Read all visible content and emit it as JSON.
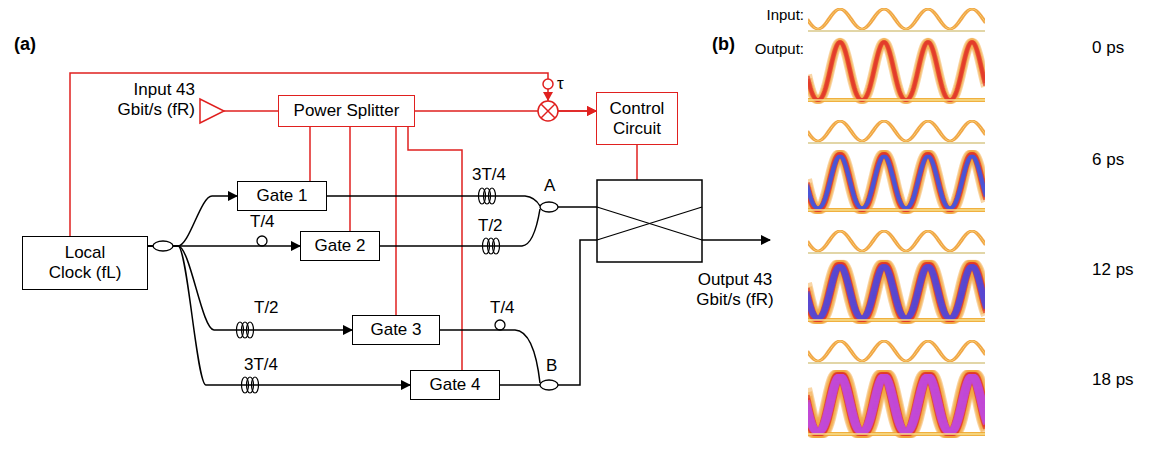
{
  "diagram": {
    "nodes": [
      {
        "text": [
          "Local Clock (fL)"
        ]
      },
      {
        "text": [
          "Power Splitter"
        ]
      },
      {
        "text": [
          "Control Circuit"
        ]
      },
      {
        "text": [
          "Gate 1"
        ]
      },
      {
        "text": [
          "Gate 2"
        ]
      },
      {
        "text": [
          "Gate 3"
        ]
      },
      {
        "text": [
          "Gate 4"
        ]
      }
    ],
    "edges": [
      {
        "from": 0,
        "to": 3,
        "arrow": "to"
      },
      {
        "from": 0,
        "to": 4,
        "arrow": "to"
      },
      {
        "from": 0,
        "to": 5,
        "arrow": "to"
      },
      {
        "from": 0,
        "to": 6,
        "arrow": "to"
      },
      {
        "from": 1,
        "to": 3,
        "arrow": "none"
      },
      {
        "from": 1,
        "to": 4,
        "arrow": "none"
      },
      {
        "from": 1,
        "to": 5,
        "arrow": "none"
      },
      {
        "from": 1,
        "to": 6,
        "arrow": "none"
      },
      {
        "from": 1,
        "to": 2,
        "arrow": "to"
      },
      {
        "from": 0,
        "to": 2,
        "arrow": "to"
      }
    ],
    "labels": [
      "(a)",
      "(b)",
      "Input 43 Gbit/s (fR)",
      "τ",
      "3T/4",
      "T/2",
      "T/4",
      "A",
      "T/2",
      "T/4",
      "B",
      "3T/4",
      "Output 43 Gbit/s (fR)",
      "Input:",
      "Output:",
      "0 ps",
      "6 ps",
      "12 ps",
      "18 ps"
    ]
  }
}
